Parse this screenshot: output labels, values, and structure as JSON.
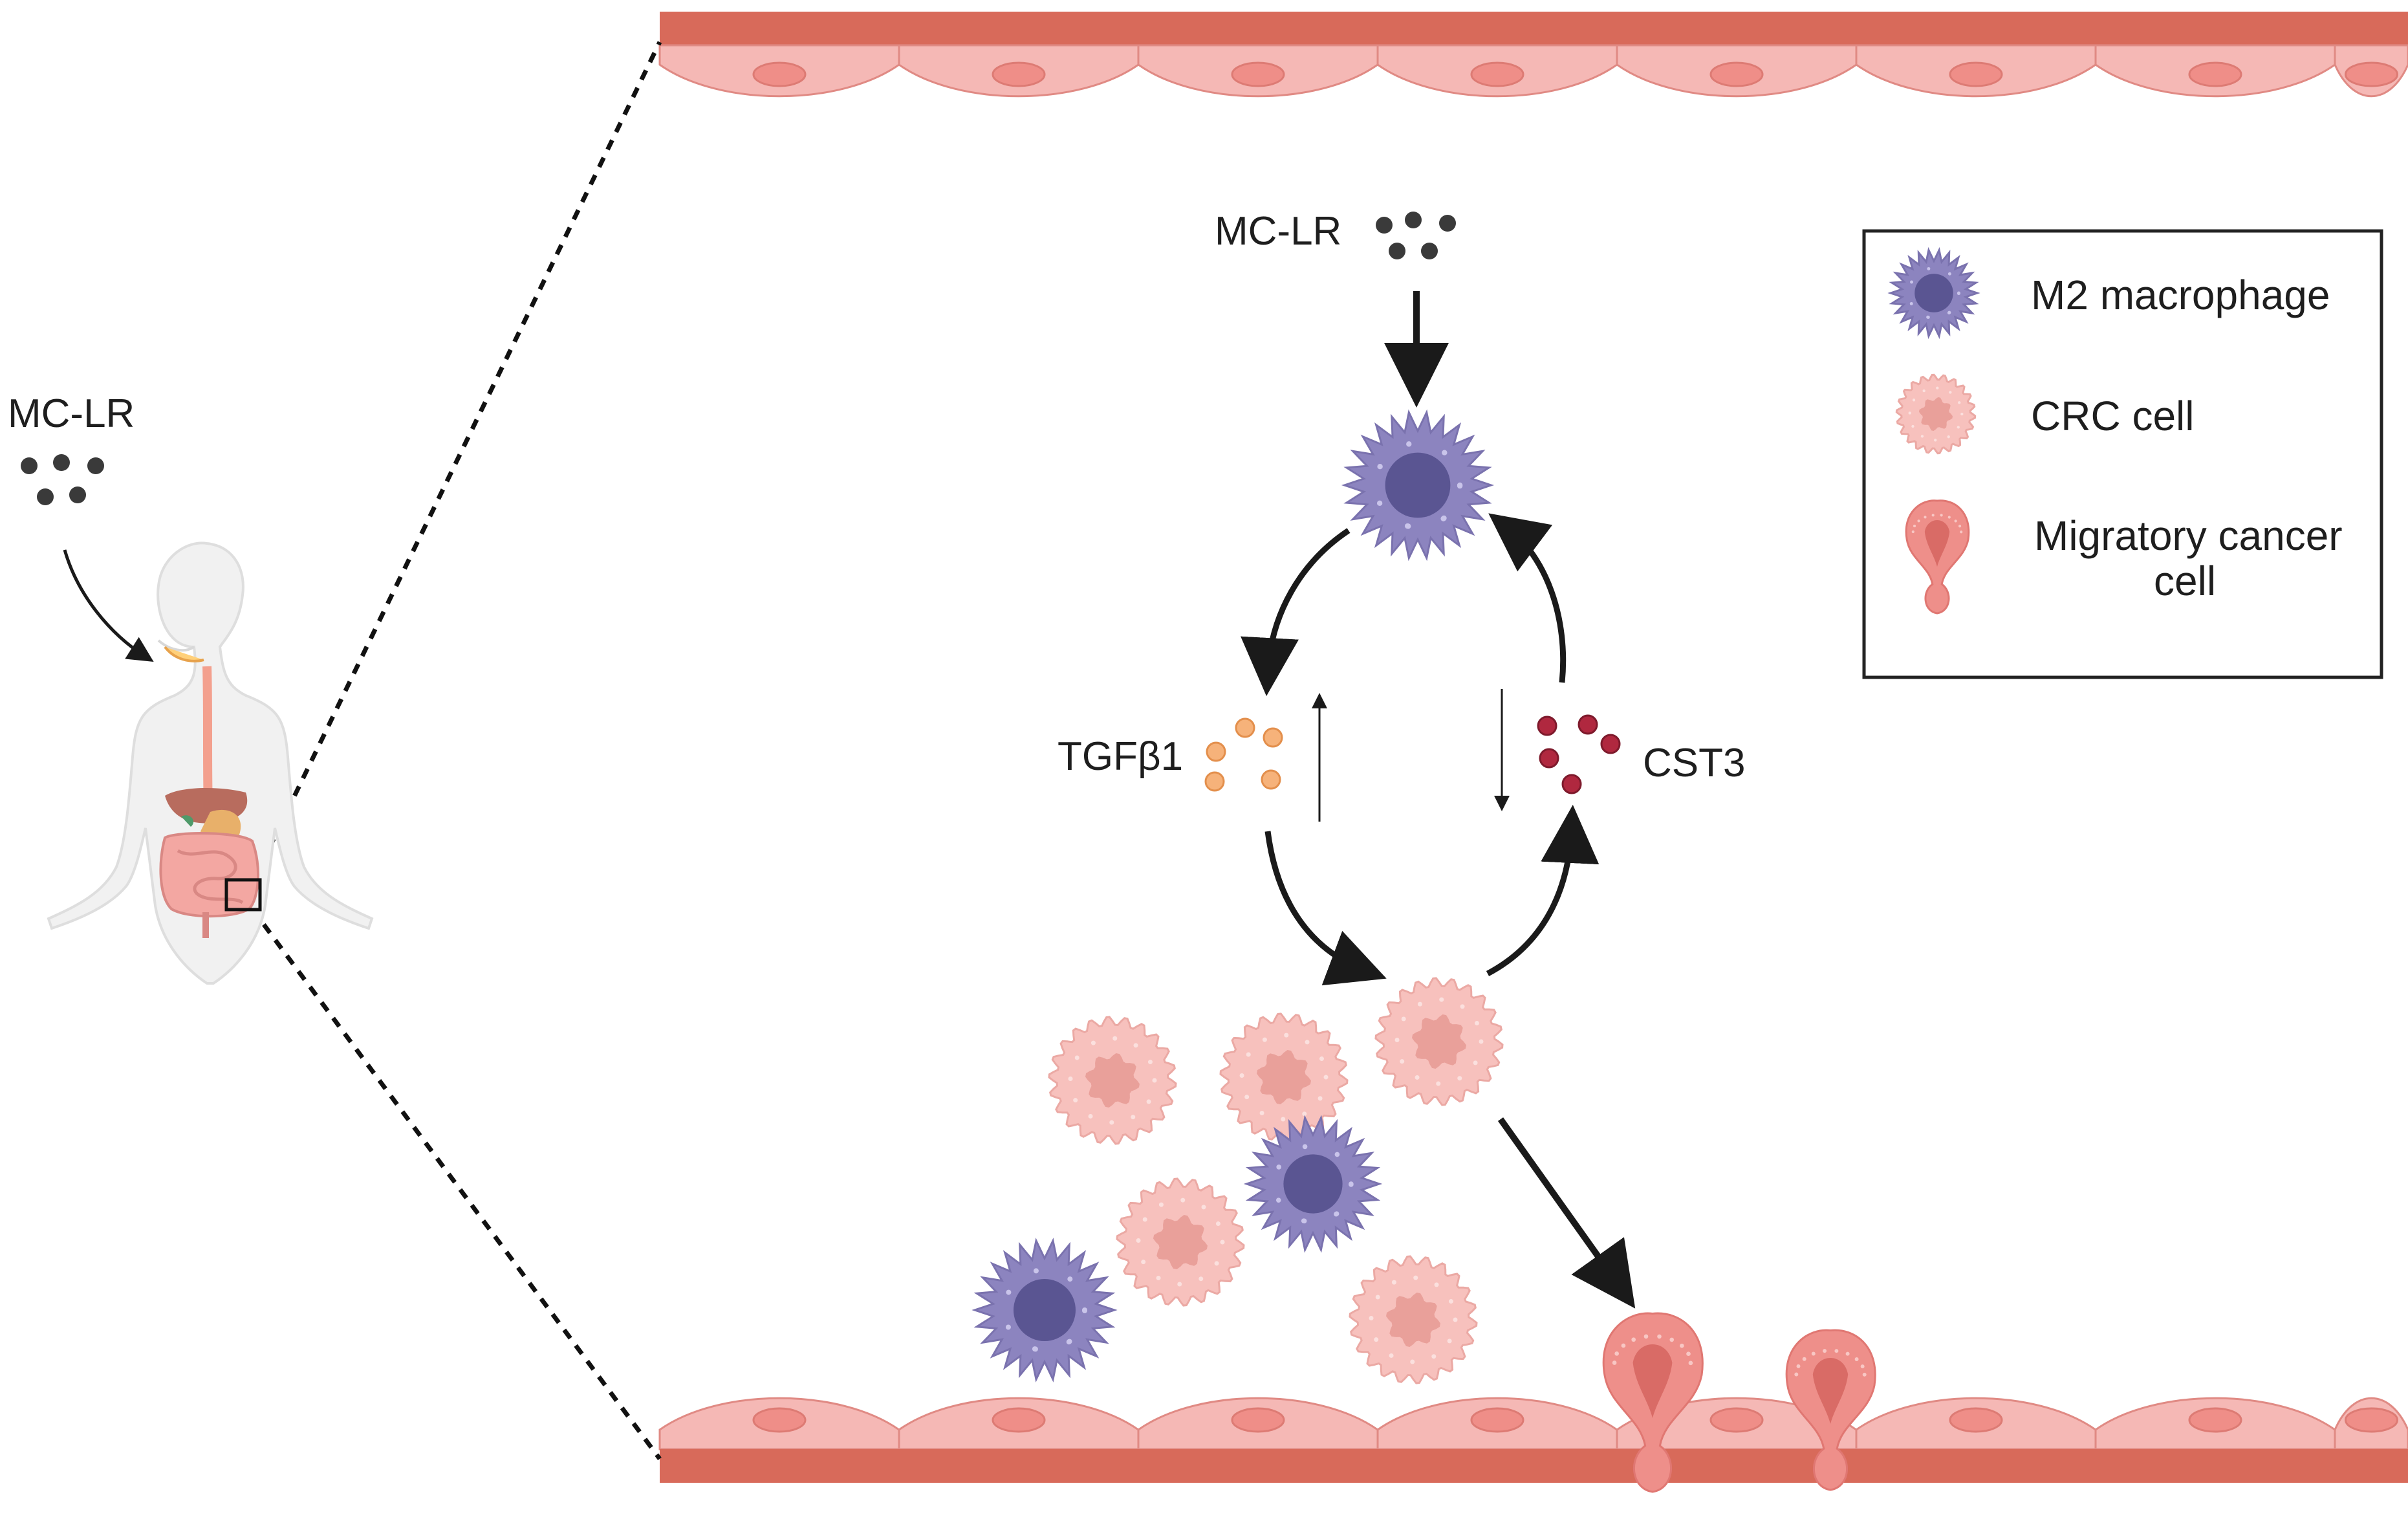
{
  "labels": {
    "mclr_body": "MC-LR",
    "mclr_top": "MC-LR",
    "tgfb1": "TGFβ1",
    "cst3": "CST3"
  },
  "legend": {
    "items": [
      {
        "label": "M2 macrophage",
        "icon": "m2-macrophage-icon"
      },
      {
        "label": "CRC cell",
        "icon": "crc-cell-icon"
      },
      {
        "label": "Migratory cancer",
        "label2": "cell",
        "icon": "migratory-cancer-cell-icon"
      }
    ]
  },
  "colors": {
    "vessel_wall": "#d86a5a",
    "endothelium": "#f5b8b5",
    "endo_nucleus": "#ef8e88",
    "macrophage": "#8c84bf",
    "macrophage_nucleus": "#5a5592",
    "crc_cell": "#f7c1bd",
    "crc_nucleus": "#e9a09a",
    "migratory_cell": "#ee8f8a",
    "migratory_nucleus": "#d96b66",
    "mclr_dot": "#3a3a3a",
    "tgfb1_dot": "#f6b27a",
    "cst3_dot": "#b0283f",
    "arrow": "#1a1a1a"
  }
}
